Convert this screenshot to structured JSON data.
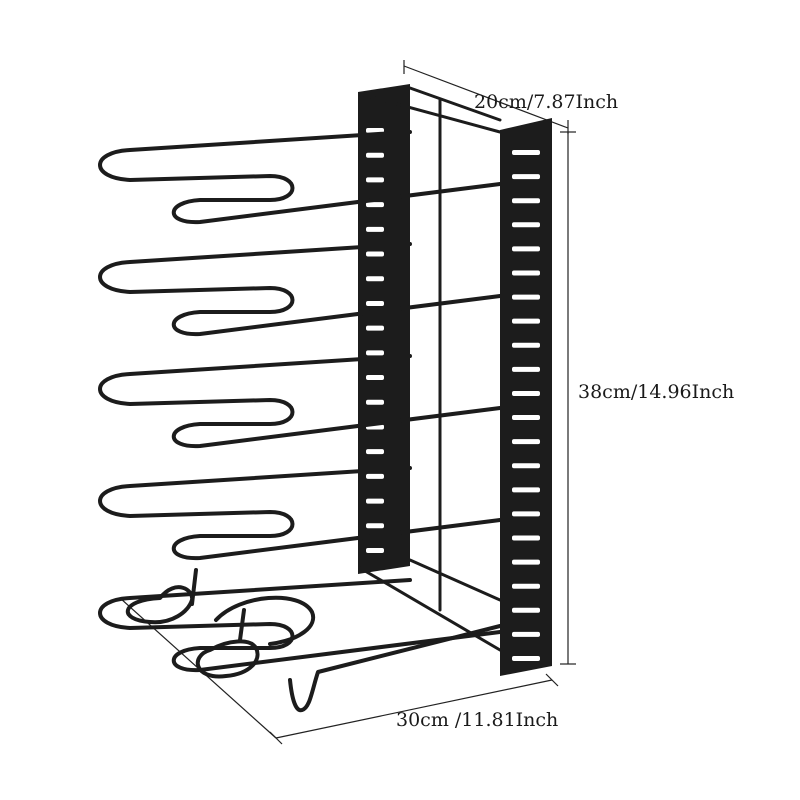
{
  "dimensions": {
    "depth_label": "20cm/7.87Inch",
    "height_label": "38cm/14.96Inch",
    "width_label": "30cm /11.81Inch"
  },
  "colors": {
    "metal": "#1c1c1c",
    "slot": "#ffffff",
    "background": "#ffffff"
  },
  "product": {
    "tiers": 5
  }
}
